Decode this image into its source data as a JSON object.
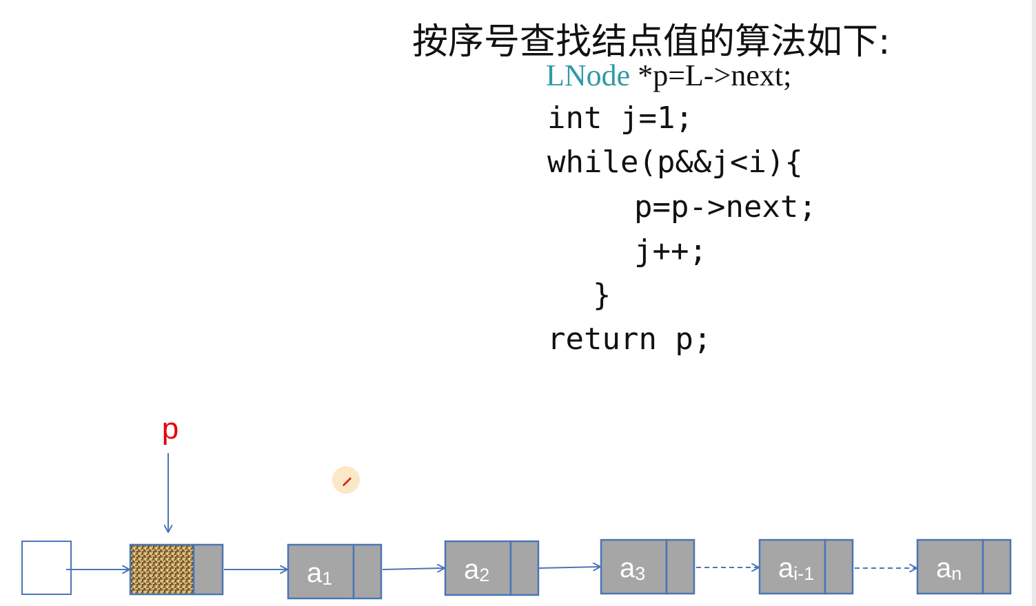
{
  "title": "按序号查找结点值的算法如下:",
  "code": {
    "line1_type": "LNode",
    "line1_rest": " *p=L->next;",
    "line2": "int j=1;",
    "line3": "while(p&&j<i){",
    "line4": "p=p->next;",
    "line5": "j++;",
    "line6": "}",
    "line7": "return p;"
  },
  "diagram": {
    "pointer_label": "p",
    "nodes": [
      {
        "base": "",
        "sub": ""
      },
      {
        "base": "a",
        "sub": "1"
      },
      {
        "base": "a",
        "sub": "2"
      },
      {
        "base": "a",
        "sub": "3"
      },
      {
        "base": "a",
        "sub": "i-1"
      },
      {
        "base": "a",
        "sub": "n"
      }
    ],
    "colors": {
      "node_fill": "#a6a6a6",
      "node_stroke": "#4a75b5",
      "arrow": "#4a75b5",
      "pointer_label": "#e8000b",
      "code_type": "#2e9aa8"
    }
  }
}
